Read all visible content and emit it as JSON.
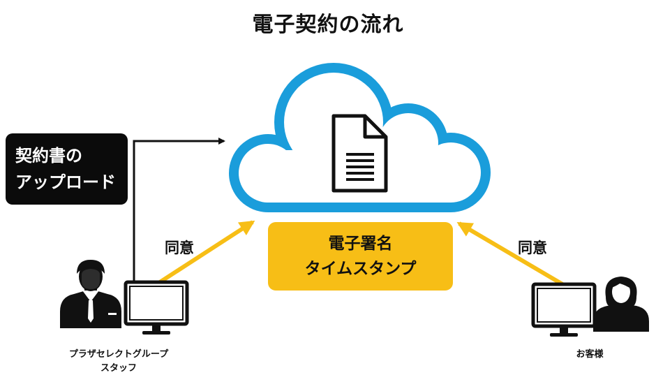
{
  "title": "電子契約の流れ",
  "upload_box": {
    "line1": "契約書の",
    "line2": "アップロード"
  },
  "signature_box": {
    "line1": "電子署名",
    "line2": "タイムスタンプ",
    "color": "#f7be16"
  },
  "agree_left": "同意",
  "agree_right": "同意",
  "staff_caption": {
    "line1": "プラザセレクトグループ",
    "line2": "スタッフ"
  },
  "customer_caption": "お客様",
  "colors": {
    "cloud": "#1a9ddb",
    "arrow": "#f7be16",
    "dark": "#0b0b0b"
  }
}
